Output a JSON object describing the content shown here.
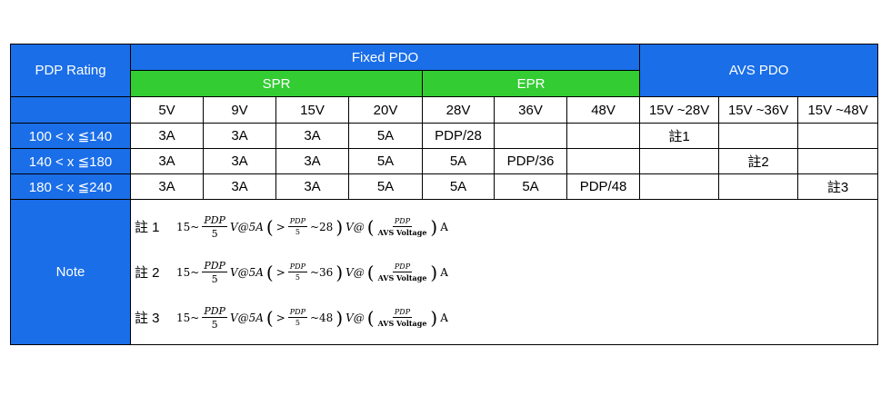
{
  "header": {
    "pdp_rating": "PDP Rating",
    "fixed_pdo": "Fixed PDO",
    "avs_pdo": "AVS PDO",
    "spr": "SPR",
    "epr": "EPR",
    "voltages": [
      "5V",
      "9V",
      "15V",
      "20V",
      "28V",
      "36V",
      "48V",
      "15V ~28V",
      "15V ~36V",
      "15V ~48V"
    ]
  },
  "rows": [
    {
      "range": "100 < x ≦140",
      "cells": [
        "3A",
        "3A",
        "3A",
        "5A",
        "PDP/28",
        "",
        "",
        "註1",
        "",
        ""
      ]
    },
    {
      "range": "140 < x ≦180",
      "cells": [
        "3A",
        "3A",
        "3A",
        "5A",
        "5A",
        "PDP/36",
        "",
        "",
        "註2",
        ""
      ]
    },
    {
      "range": "180 < x ≦240",
      "cells": [
        "3A",
        "3A",
        "3A",
        "5A",
        "5A",
        "5A",
        "PDP/48",
        "",
        "",
        "註3"
      ]
    }
  ],
  "note": {
    "label": "Note",
    "items": [
      {
        "label": "註 1",
        "prefix": "15~",
        "pdp": "PDP",
        "five": "5",
        "v_at": "V@5A",
        "gt": ">",
        "tilde_max": "~28",
        "v_at2": "V@",
        "avs": "AVS Voltage",
        "unit": "A"
      },
      {
        "label": "註 2",
        "prefix": "15~",
        "pdp": "PDP",
        "five": "5",
        "v_at": "V@5A",
        "gt": ">",
        "tilde_max": "~36",
        "v_at2": "V@",
        "avs": "AVS Voltage",
        "unit": "A"
      },
      {
        "label": "註 3",
        "prefix": "15~",
        "pdp": "PDP",
        "five": "5",
        "v_at": "V@5A",
        "gt": ">",
        "tilde_max": "~48",
        "v_at2": "V@",
        "avs": "AVS Voltage",
        "unit": "A"
      }
    ]
  },
  "colors": {
    "header_blue": "#1a6ee8",
    "header_green": "#33cc33"
  }
}
